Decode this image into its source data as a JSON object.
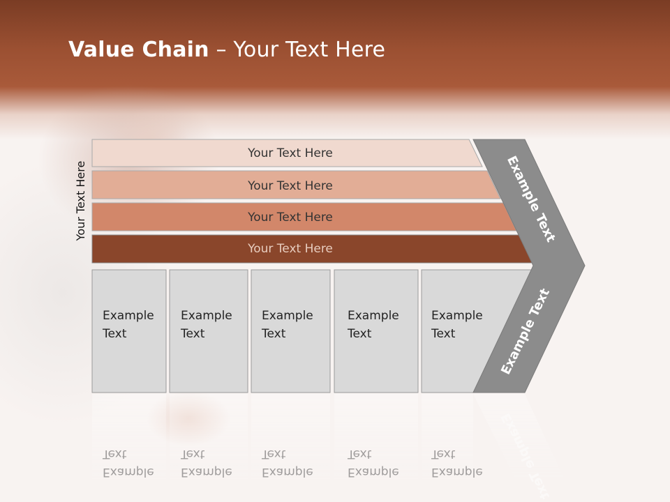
{
  "slide": {
    "title_bold": "Value Chain",
    "title_rest": " – Your Text Here",
    "side_label": "Your Text Here"
  },
  "bars": [
    {
      "label": "Your Text Here",
      "color": "#f0d9cf"
    },
    {
      "label": "Your Text Here",
      "color": "#e2ad96"
    },
    {
      "label": "Your Text Here",
      "color": "#d2876a"
    },
    {
      "label": "Your Text Here",
      "color": "#8a462b"
    }
  ],
  "boxes": [
    {
      "line1": "Example",
      "line2": "Text"
    },
    {
      "line1": "Example",
      "line2": "Text"
    },
    {
      "line1": "Example",
      "line2": "Text"
    },
    {
      "line1": "Example",
      "line2": "Text"
    },
    {
      "line1": "Example",
      "line2": "Text"
    }
  ],
  "chevron": {
    "upper_text": "Example Text",
    "lower_text": "Example Text",
    "color": "#8c8c8c"
  },
  "colors": {
    "header": "#9b5032",
    "box_fill": "#d9d9d9"
  }
}
